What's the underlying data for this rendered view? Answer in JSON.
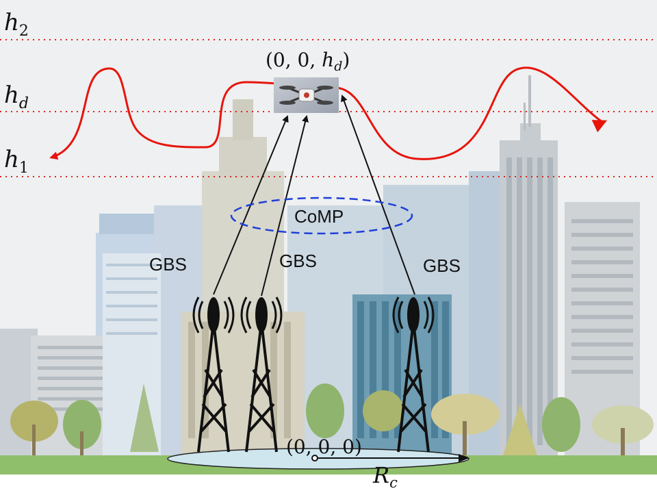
{
  "heights": {
    "h2": {
      "main": "h",
      "sub": "2"
    },
    "hd": {
      "main": "h",
      "sub": "d"
    },
    "h1": {
      "main": "h",
      "sub": "1"
    }
  },
  "uav_coordinate": "(0, 0, h_d)",
  "uav_coord_parts": {
    "open": "(0, 0, ",
    "var": "h",
    "sub": "d",
    "close": ")"
  },
  "comp_label": "CoMP",
  "gbs_labels": [
    "GBS",
    "GBS",
    "GBS"
  ],
  "origin_label": "(0, 0, 0)",
  "radius_label": {
    "main": "R",
    "sub": "c"
  },
  "colors": {
    "trajectory": "#e8140c",
    "height_lines": "#e0201a",
    "comp_ellipse": "#1f3ed6",
    "links": "#111111",
    "sky": "#eef0f1",
    "ground": "#8fbf6a",
    "coverage_disk": "#cfe6ef"
  },
  "icons": [
    "uav-drone-icon",
    "cell-tower-icon"
  ]
}
